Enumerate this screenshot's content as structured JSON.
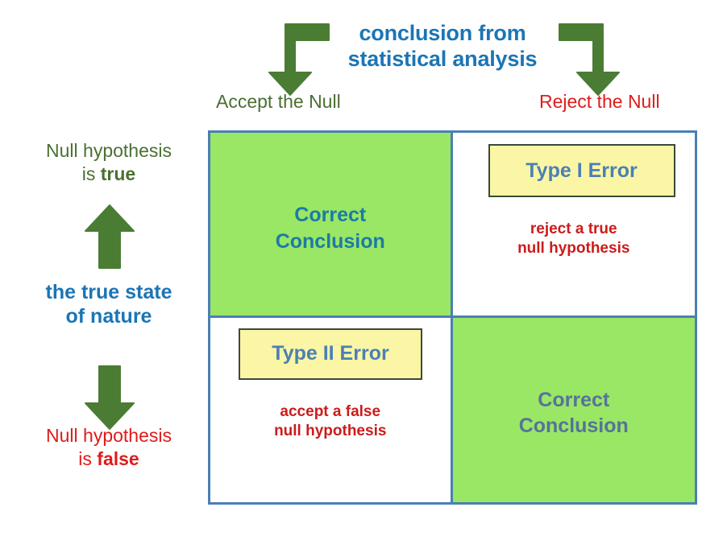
{
  "header": {
    "title_line1": "conclusion from",
    "title_line2": "statistical analysis",
    "left_arrow_icon": "elbow-arrow-down-left-icon",
    "right_arrow_icon": "elbow-arrow-down-right-icon"
  },
  "columns": {
    "accept": "Accept the Null",
    "reject": "Reject the Null"
  },
  "rows": {
    "true_line1": "Null hypothesis",
    "true_line2_prefix": "is ",
    "true_line2_bold": "true",
    "false_line1": "Null hypothesis",
    "false_line2_prefix": "is ",
    "false_line2_bold": "false",
    "state_line1": "the true state",
    "state_line2": "of nature",
    "up_arrow_icon": "arrow-up-icon",
    "down_arrow_icon": "arrow-down-icon"
  },
  "cells": {
    "top_left": {
      "line1": "Correct",
      "line2": "Conclusion"
    },
    "top_right": {
      "chip": "Type I Error",
      "desc_line1": "reject a true",
      "desc_line2": "null hypothesis"
    },
    "bottom_left": {
      "chip": "Type II Error",
      "desc_line1": "accept a false",
      "desc_line2": "null hypothesis"
    },
    "bottom_right": {
      "line1": "Correct",
      "line2": "Conclusion"
    }
  },
  "colors": {
    "green_fill": "#9ae665",
    "yellow_chip": "#fbf6a5",
    "grid_border": "#4a7fb5",
    "blue_text": "#1b75b5",
    "green_text": "#4a7031",
    "red_text": "#e01b1b",
    "red_bold_text": "#cc1b1b",
    "arrow_green": "#4a7c34",
    "teal_text": "#1b7ba5",
    "slate_text": "#55739b"
  }
}
